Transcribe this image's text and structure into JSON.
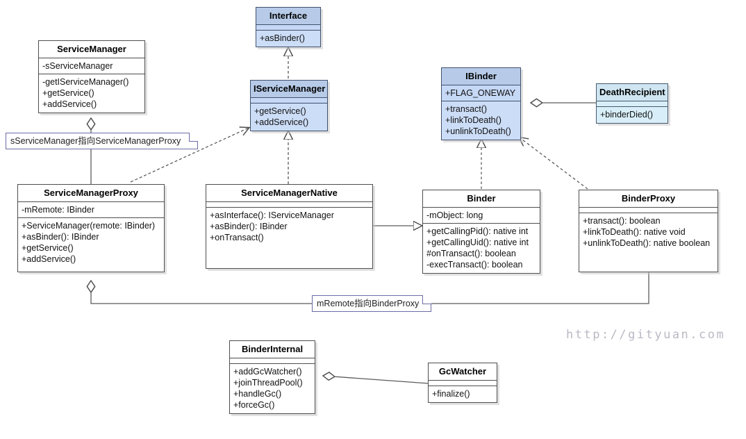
{
  "diagram": {
    "title": "Android Binder UML class diagram",
    "watermark": "http://gityuan.com",
    "colors": {
      "interface_fill": "#ccddf7",
      "interface_header": "#b7cbe9",
      "cyan_fill": "#d8eef8",
      "class_border": "#4d4d4d",
      "note_border": "#6b6ba6",
      "line": "#5a5a5a",
      "watermark": "#b9b9c4"
    }
  },
  "classes": {
    "interface": {
      "name": "Interface",
      "attributes": [],
      "operations": [
        "+asBinder()"
      ]
    },
    "iservicemanager": {
      "name": "IServiceManager",
      "attributes": [],
      "operations": [
        "+getService()",
        "+addService()"
      ]
    },
    "ibinder": {
      "name": "IBinder",
      "attributes": [
        "+FLAG_ONEWAY"
      ],
      "operations": [
        "+transact()",
        "+linkToDeath()",
        "+unlinkToDeath()"
      ]
    },
    "deathrecipient": {
      "name": "DeathRecipient",
      "attributes": [],
      "operations": [
        "+binderDied()"
      ]
    },
    "servicemanager": {
      "name": "ServiceManager",
      "attributes": [
        "-sServiceManager"
      ],
      "operations": [
        "-getIServiceManager()",
        "+getService()",
        "+addService()"
      ]
    },
    "servicemanagerproxy": {
      "name": "ServiceManagerProxy",
      "attributes": [
        "-mRemote: IBinder"
      ],
      "operations": [
        "+ServiceManager(remote: IBinder)",
        "+asBinder(): IBinder",
        "+getService()",
        "+addService()"
      ]
    },
    "servicemanagernative": {
      "name": "ServiceManagerNative",
      "attributes": [],
      "operations": [
        "+asInterface(): IServiceManager",
        "+asBinder(): IBinder",
        "+onTransact()"
      ]
    },
    "binder": {
      "name": "Binder",
      "attributes": [
        "-mObject: long"
      ],
      "operations": [
        "+getCallingPid(): native int",
        "+getCallingUid(): native int",
        "#onTransact(): boolean",
        "-execTransact(): boolean"
      ]
    },
    "binderproxy": {
      "name": "BinderProxy",
      "attributes": [],
      "operations": [
        "+transact(): boolean",
        "+linkToDeath(): native void",
        "+unlinkToDeath(): native boolean"
      ]
    },
    "binderinternal": {
      "name": "BinderInternal",
      "attributes": [],
      "operations": [
        "+addGcWatcher()",
        "+joinThreadPool()",
        "+handleGc()",
        "+forceGc()"
      ]
    },
    "gcwatcher": {
      "name": "GcWatcher",
      "attributes": [],
      "operations": [
        "+finalize()"
      ]
    }
  },
  "notes": [
    {
      "id": "note-sservicemanager",
      "text": "sServiceManager指向ServiceManagerProxy"
    },
    {
      "id": "note-mremote",
      "text": "mRemote指向BinderProxy"
    }
  ],
  "relations": [
    {
      "from": "IServiceManager",
      "to": "Interface",
      "type": "realization"
    },
    {
      "from": "ServiceManagerNative",
      "to": "IServiceManager",
      "type": "realization"
    },
    {
      "from": "ServiceManagerProxy",
      "to": "IServiceManager",
      "type": "realization"
    },
    {
      "from": "Binder",
      "to": "IBinder",
      "type": "realization"
    },
    {
      "from": "BinderProxy",
      "to": "IBinder",
      "type": "realization"
    },
    {
      "from": "IBinder",
      "to": "DeathRecipient",
      "type": "aggregation"
    },
    {
      "from": "ServiceManager",
      "to": "ServiceManagerProxy",
      "type": "aggregation"
    },
    {
      "from": "ServiceManagerNative",
      "to": "Binder",
      "type": "generalization"
    },
    {
      "from": "ServiceManagerProxy",
      "to": "BinderProxy",
      "type": "aggregation"
    },
    {
      "from": "BinderInternal",
      "to": "GcWatcher",
      "type": "aggregation"
    }
  ]
}
